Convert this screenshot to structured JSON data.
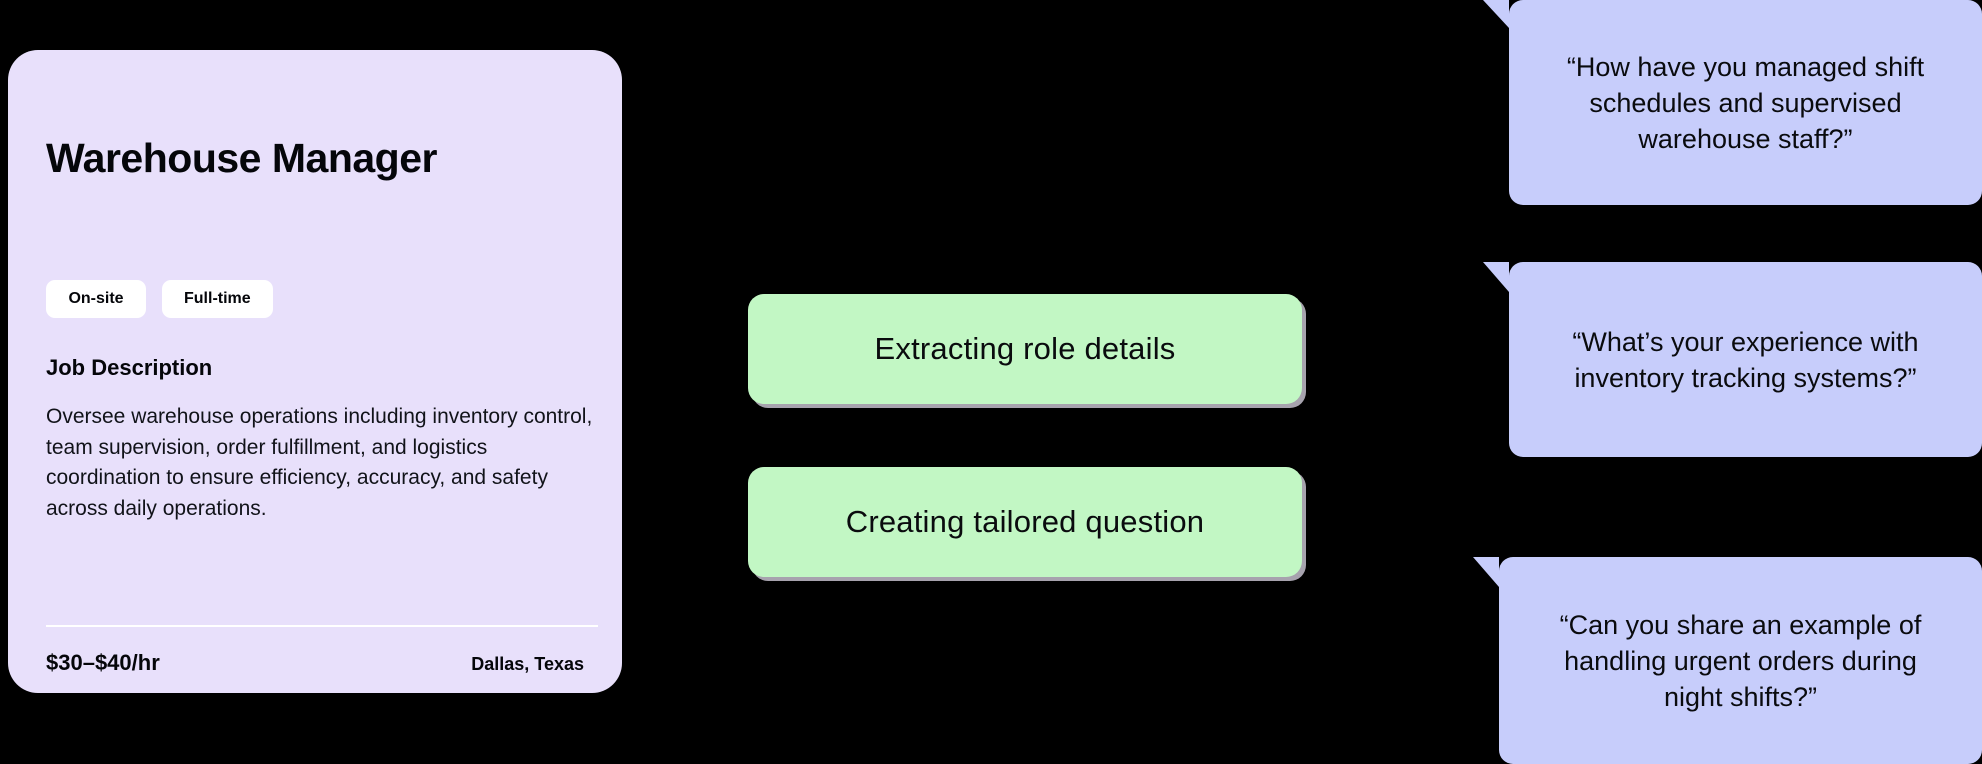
{
  "job_card": {
    "title": "Warehouse Manager",
    "tags": [
      {
        "label": "On-site"
      },
      {
        "label": "Full-time"
      }
    ],
    "description_heading": "Job Description",
    "description_body": "Oversee warehouse operations including inventory control, team supervision, order fulfillment, and logistics coordination to ensure efficiency, accuracy, and safety across daily operations.",
    "salary": "$30–$40/hr",
    "location": "Dallas, Texas",
    "background_color": "#E8E0FB",
    "tag_background_color": "#FFFFFF"
  },
  "process_steps": [
    {
      "label": "Extracting role details"
    },
    {
      "label": "Creating tailored question"
    }
  ],
  "process_step_color": "#C2F7C4",
  "questions": [
    {
      "text": "“How have you managed shift schedules and supervised warehouse staff?”"
    },
    {
      "text": "“What’s your experience with inventory tracking systems?”"
    },
    {
      "text": "“Can you share an example of handling urgent orders during night shifts?”"
    }
  ],
  "question_bubble_color": "#C7CDFB",
  "canvas_background_color": "#000000"
}
